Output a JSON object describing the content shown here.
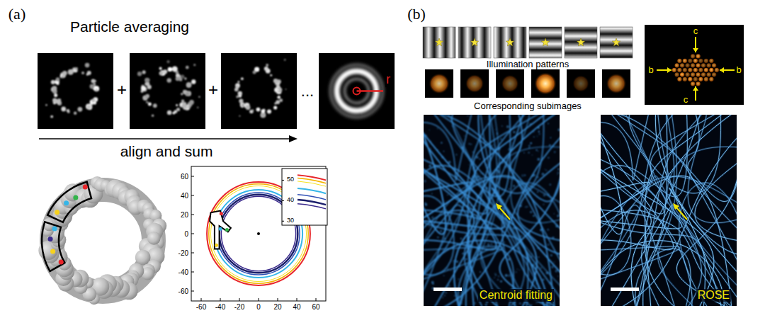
{
  "diagram": {
    "nodes": [
      {
        "text": [
          "Centroid fitting"
        ]
      },
      {
        "text": [
          "ROSE"
        ]
      }
    ],
    "labels": [
      "(a)",
      "Particle averaging",
      "+",
      "+",
      "...",
      "r",
      "align and sum",
      "60",
      "40",
      "20",
      "0",
      "-20",
      "-40",
      "-60",
      "-60",
      "-40",
      "-20",
      "0",
      "20",
      "40",
      "60",
      "50",
      "40",
      "30",
      "(b)",
      "Illumination patterns",
      "Corresponding subimages",
      "c",
      "b",
      "b",
      "c"
    ]
  }
}
